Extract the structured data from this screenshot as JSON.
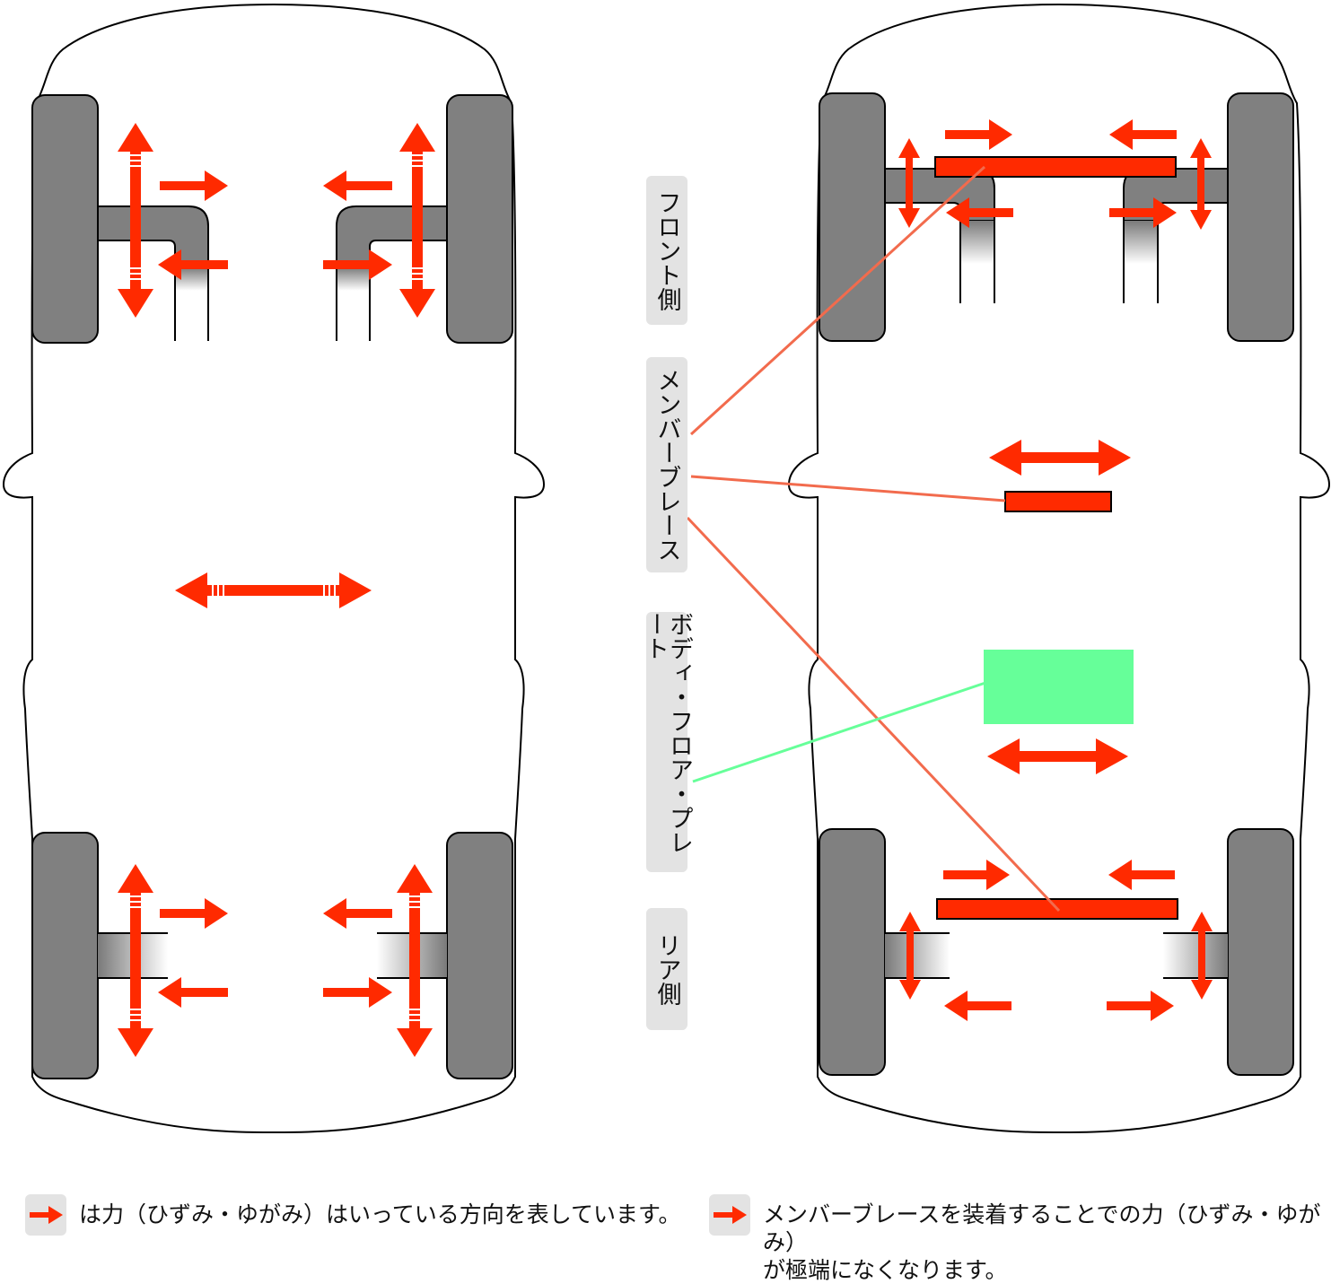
{
  "labels": {
    "front": "フロント側",
    "member": "メンバーブレース",
    "floor": "ボディ・フロア・プレート",
    "rear": "リア側"
  },
  "legend": {
    "left": "は力（ひずみ・ゆがみ）はいっている方向を表しています。",
    "right_line1": "メンバーブレースを装着することでの力（ひずみ・ゆがみ）",
    "right_line2": "が極端になくなります。"
  },
  "colors": {
    "arrow": "#ff2a00",
    "brace_line": "#f26b4d",
    "plate": "#66ff99",
    "plate_line": "#66ff99",
    "tire": "#808080",
    "label_bg": "#e3e3e3"
  },
  "icons": {
    "force_arrow": "arrow-right-icon"
  }
}
